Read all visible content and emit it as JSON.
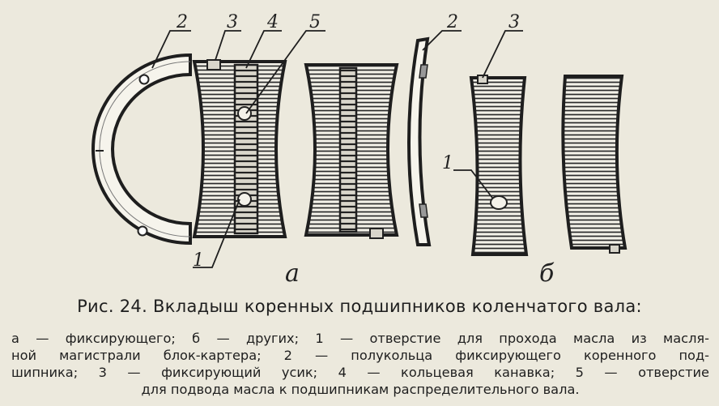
{
  "figure": {
    "callouts": {
      "a_2": "2",
      "a_3": "3",
      "a_4": "4",
      "a_5": "5",
      "a_1": "1",
      "b_2": "2",
      "b_3": "3",
      "b_1": "1"
    },
    "sublabels": {
      "a": "а",
      "b": "б"
    }
  },
  "caption": {
    "title": "Рис. 24. Вкладыш коренных подшипников коленчатого вала:",
    "lines": [
      "а — фиксирующего; б — других; 1 — отверстие для прохода масла из масля-",
      "ной магистрали блок-картера; 2 — полукольца фиксирующего коренного под-",
      "шипника; 3 — фиксирующий усик; 4 — кольцевая канавка; 5 — отверстие",
      "для подвода масла к подшипникам распределительного вала."
    ]
  }
}
